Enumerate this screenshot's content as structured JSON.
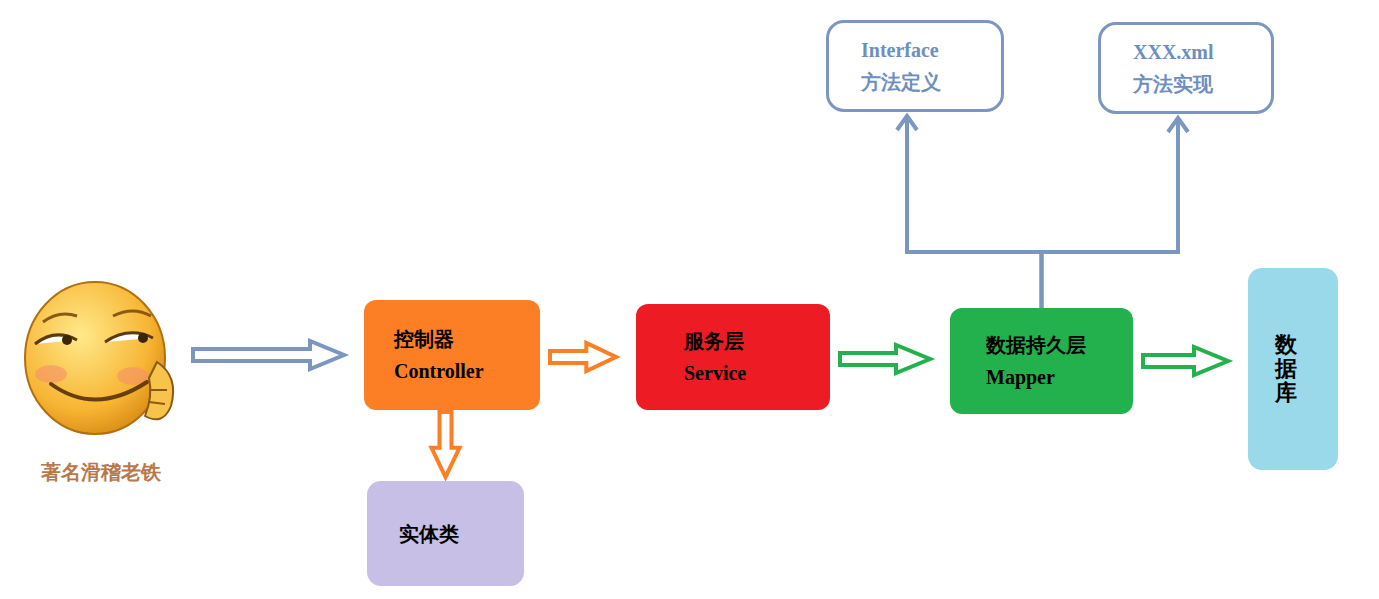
{
  "diagram": {
    "nodes": [
      {
        "text": [
          "著名滑稽老铁"
        ]
      },
      {
        "text": [
          "Interface",
          "方法定义"
        ]
      },
      {
        "text": [
          "XXX.xml",
          "方法实现"
        ]
      },
      {
        "text": [
          "控制器",
          "Controller"
        ]
      },
      {
        "text": [
          "服务层",
          "Service"
        ]
      },
      {
        "text": [
          "数据持久层",
          "Mapper"
        ]
      },
      {
        "text": [
          "数据库"
        ]
      },
      {
        "text": [
          "实体类"
        ]
      }
    ],
    "edges": [
      {
        "from": 0,
        "to": 3,
        "arrow": "to"
      },
      {
        "from": 3,
        "to": 7,
        "arrow": "to"
      },
      {
        "from": 3,
        "to": 4,
        "arrow": "to"
      },
      {
        "from": 4,
        "to": 5,
        "arrow": "to"
      },
      {
        "from": 5,
        "to": 6,
        "arrow": "to"
      },
      {
        "from": 5,
        "to": 1,
        "arrow": "to"
      },
      {
        "from": 5,
        "to": 2,
        "arrow": "to"
      }
    ]
  }
}
